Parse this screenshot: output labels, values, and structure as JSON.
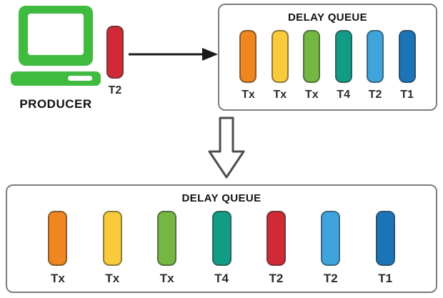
{
  "colors": {
    "producer_green": "#3fbb3f",
    "arrow_black": "#1a1a1a",
    "box_border": "#7a7c7f"
  },
  "producer": {
    "label": "PRODUCER"
  },
  "incoming": {
    "label": "T2",
    "color": "#cf2a36"
  },
  "top_queue": {
    "title": "DELAY QUEUE",
    "items": [
      {
        "label": "Tx",
        "color": "#f0861f"
      },
      {
        "label": "Tx",
        "color": "#f9cb3c"
      },
      {
        "label": "Tx",
        "color": "#74b843"
      },
      {
        "label": "T4",
        "color": "#129c85"
      },
      {
        "label": "T2",
        "color": "#3fa3dc"
      },
      {
        "label": "T1",
        "color": "#1b74b8"
      }
    ]
  },
  "bottom_queue": {
    "title": "DELAY QUEUE",
    "items": [
      {
        "label": "Tx",
        "color": "#f0861f"
      },
      {
        "label": "Tx",
        "color": "#f9cb3c"
      },
      {
        "label": "Tx",
        "color": "#74b843"
      },
      {
        "label": "T4",
        "color": "#129c85"
      },
      {
        "label": "T2",
        "color": "#cf2a36"
      },
      {
        "label": "T2",
        "color": "#3fa3dc"
      },
      {
        "label": "T1",
        "color": "#1b74b8"
      }
    ]
  }
}
